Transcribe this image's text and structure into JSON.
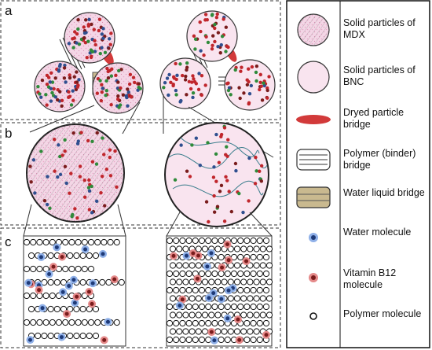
{
  "panels": {
    "a": "a",
    "b": "b",
    "c": "c"
  },
  "legend": [
    {
      "label": "Solid particles of MDX",
      "icon": "mdx-particle-icon"
    },
    {
      "label": "Solid particles of BNC",
      "icon": "bnc-particle-icon"
    },
    {
      "label": "Dryed particle bridge",
      "icon": "dried-bridge-icon"
    },
    {
      "label": "Polymer (binder) bridge",
      "icon": "polymer-bridge-icon"
    },
    {
      "label": "Water liquid bridge",
      "icon": "water-bridge-icon"
    },
    {
      "label": "Water molecule",
      "icon": "water-molecule-icon"
    },
    {
      "label": "Vitamin B12 molecule",
      "icon": "vitamin-b12-molecule-icon"
    },
    {
      "label": "Polymer molecule",
      "icon": "polymer-molecule-icon"
    }
  ],
  "colors": {
    "particle_fill": "#f4d6e6",
    "red_dot": "#c0262c",
    "dark_red_dot": "#7a1c1c",
    "blue_dot": "#2f4f8f",
    "green_dot": "#2f8a3a",
    "water_bridge": "#c9b98f",
    "dried_bridge": "#d23a3a",
    "border": "#333333"
  }
}
